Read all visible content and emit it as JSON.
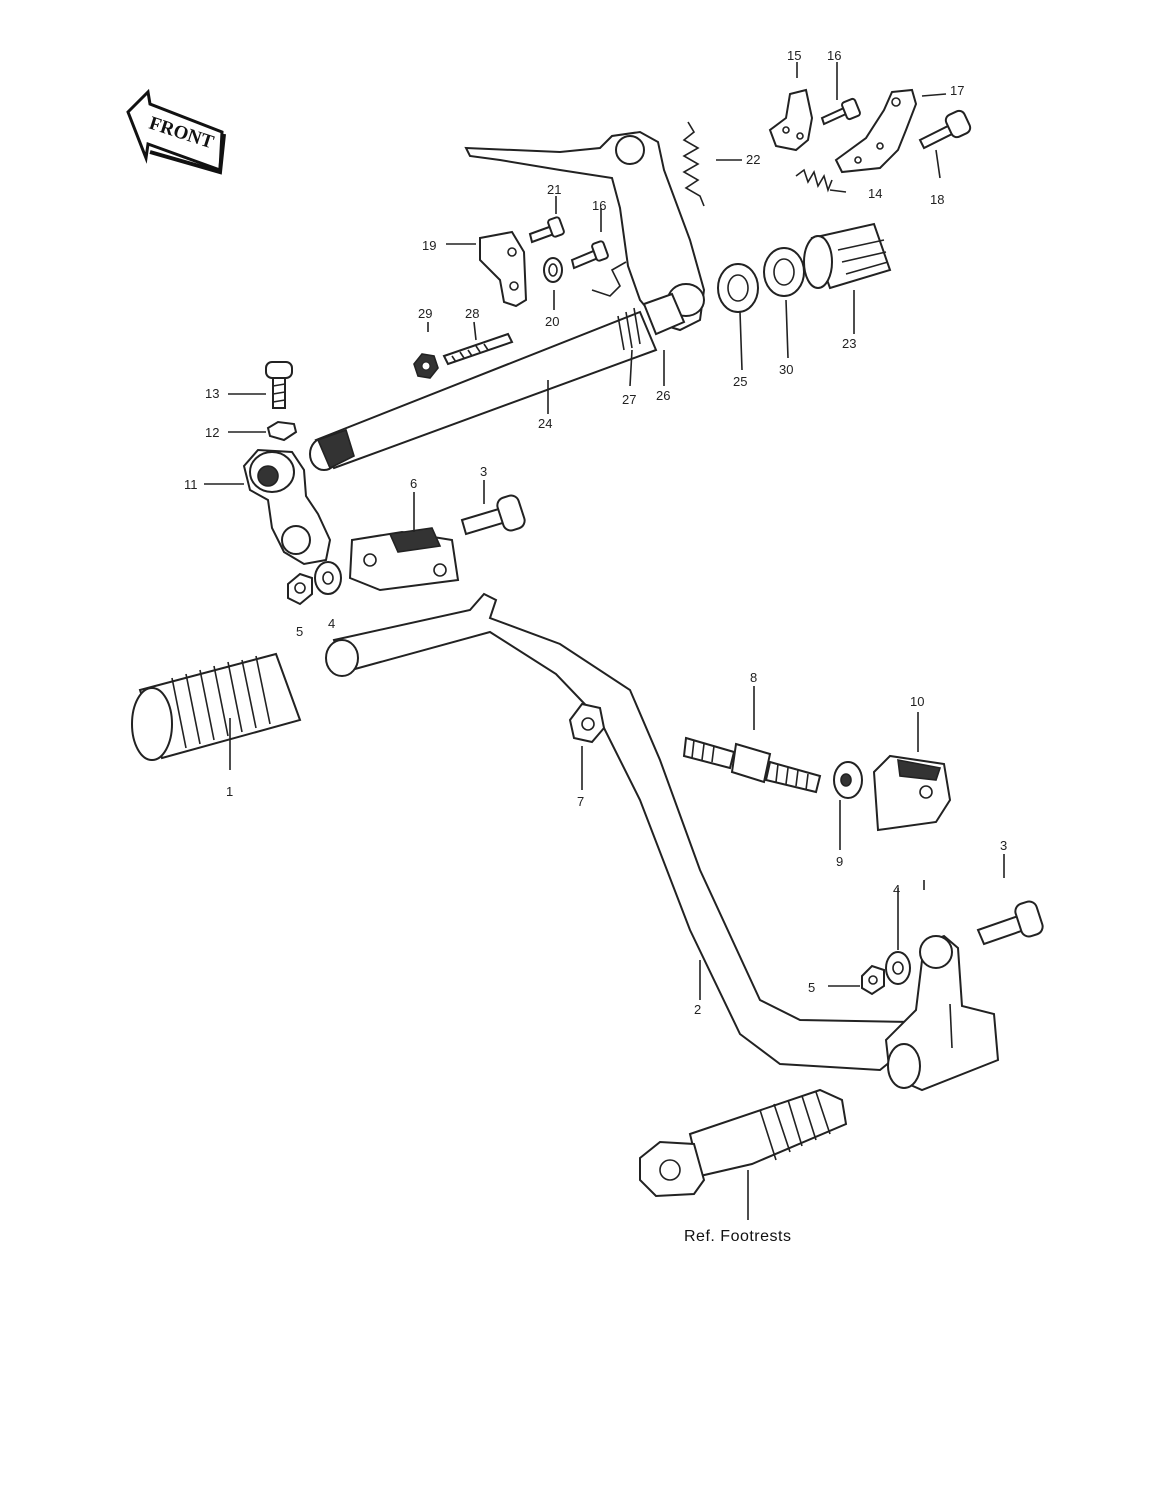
{
  "badge": {
    "text": "FRONT"
  },
  "callouts": {
    "c1": "1",
    "c2": "2",
    "c3a": "3",
    "c3b": "3",
    "c4a": "4",
    "c4b": "4",
    "c5a": "5",
    "c5b": "5",
    "c6": "6",
    "c7": "7",
    "c8": "8",
    "c9": "9",
    "c10": "10",
    "c11": "11",
    "c12": "12",
    "c13": "13",
    "c14": "14",
    "c15": "15",
    "c16a": "16",
    "c16b": "16",
    "c17": "17",
    "c18": "18",
    "c19": "19",
    "c20": "20",
    "c21": "21",
    "c22": "22",
    "c23": "23",
    "c24": "24",
    "c25": "25",
    "c26": "26",
    "c27": "27",
    "c28": "28",
    "c29": "29",
    "c30": "30"
  },
  "reference": {
    "text": "Ref. Footrests"
  }
}
